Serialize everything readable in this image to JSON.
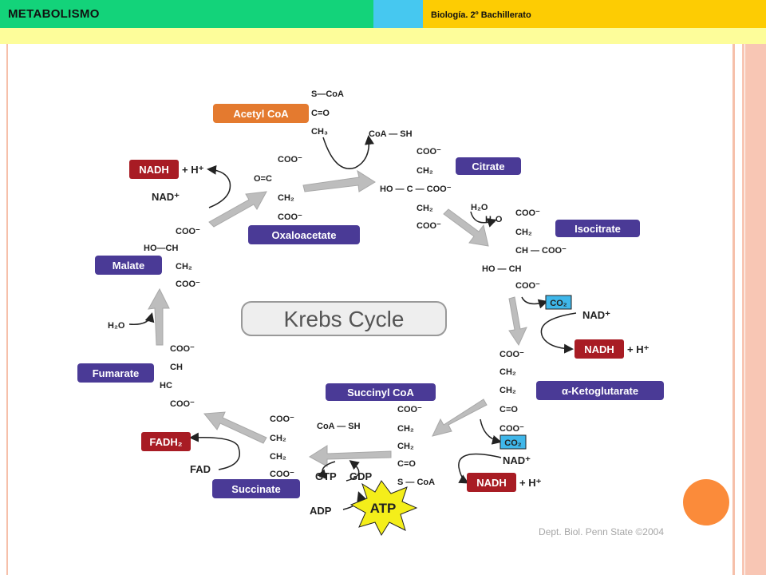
{
  "header": {
    "title": "METABOLISMO",
    "subtitle": "Biología. 2º Bachillerato"
  },
  "diagram": {
    "center_label": "Krebs Cycle",
    "credit": "Dept. Biol. Penn State ©2004",
    "colors": {
      "intermediate": "#4a3a96",
      "acetyl": "#e47a2f",
      "nadh": "#a81c24",
      "co2": "#3fb7ea",
      "atp": "#f4ee1a",
      "arrow": "#bdbdbd"
    },
    "labels": {
      "acetyl_coa": "Acetyl CoA",
      "citrate": "Citrate",
      "isocitrate": "Isocitrate",
      "alpha_kg": "α-Ketoglutarate",
      "succinyl_coa": "Succinyl CoA",
      "succinate": "Succinate",
      "fumarate": "Fumarate",
      "malate": "Malate",
      "oxaloacetate": "Oxaloacetate"
    },
    "cofactors": {
      "nadh": "NADH",
      "h_plus": "+ H⁺",
      "nad_plus": "NAD⁺",
      "fadh2": "FADH₂",
      "fad": "FAD",
      "co2": "CO₂",
      "h2o": "H₂O",
      "coa_sh": "CoA — SH",
      "gtp": "GTP",
      "gdp": "GDP",
      "adp": "ADP",
      "atp": "ATP"
    },
    "chem": {
      "coo": "COO⁻",
      "ch2": "CH₂",
      "ch": "CH",
      "hc": "HC",
      "c_eq_o": "C=O",
      "o_eq_c": "O=C",
      "s_coa": "S—CoA",
      "ch3": "CH₃",
      "ho_c_coo": "HO — C — COO⁻",
      "ch_coo": "CH — COO⁻",
      "ho_ch": "HO — CH",
      "ho_ch_short": "HO—CH",
      "s_dash_coa": "S — CoA"
    }
  }
}
